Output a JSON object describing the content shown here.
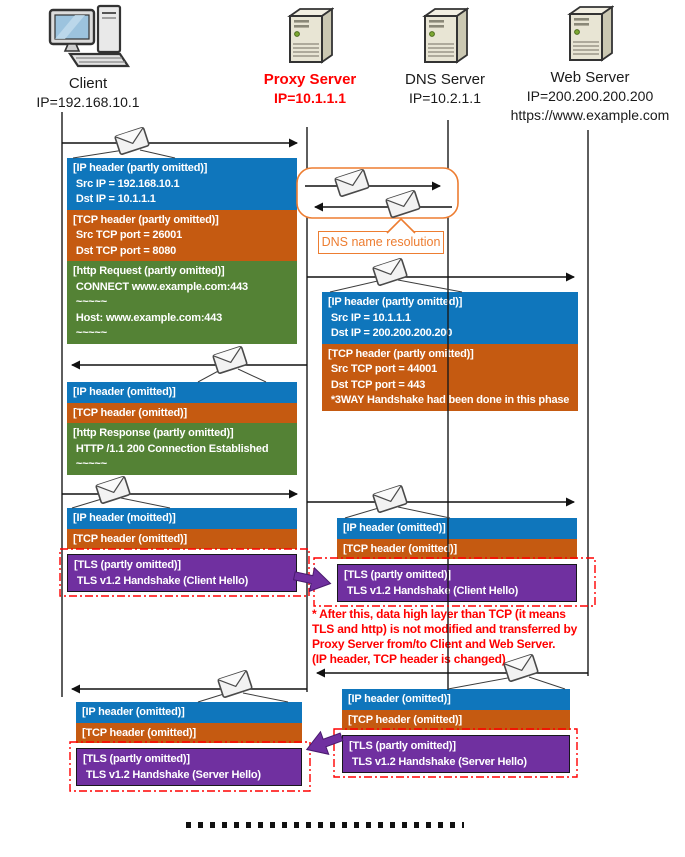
{
  "actors": [
    {
      "label": "Client",
      "ip": "IP=192.168.10.1"
    },
    {
      "label": "Proxy Server",
      "ip": "IP=10.1.1.1"
    },
    {
      "label": "DNS Server",
      "ip": "IP=10.2.1.1"
    },
    {
      "label": "Web Server",
      "ip": "IP=200.200.200.200",
      "url": "https://www.example.com"
    }
  ],
  "dns_callout": {
    "label": "DNS name resolution"
  },
  "blocks": {
    "request1": {
      "ip": [
        "[IP header (partly omitted)]",
        " Src IP = 192.168.10.1",
        " Dst IP = 10.1.1.1"
      ],
      "tcp": [
        "[TCP header (partly omitted)]",
        " Src TCP port = 26001",
        " Dst TCP port = 8080"
      ],
      "http": [
        "[http Request (partly omitted)]",
        " CONNECT www.example.com:443",
        " ~~~~~",
        " Host: www.example.com:443",
        " ~~~~~"
      ]
    },
    "request2": {
      "ip": [
        "[IP header (partly omitted)]",
        " Src IP = 10.1.1.1",
        " Dst IP = 200.200.200.200"
      ],
      "tcp": [
        "[TCP header (partly omitted)]",
        " Src TCP port = 44001",
        " Dst TCP port = 443",
        " *3WAY Handshake had been done in this phase"
      ]
    },
    "response1": {
      "ip": [
        "[IP header (omitted)]"
      ],
      "tcp": [
        "[TCP header (omitted)]"
      ],
      "http": [
        "[http Response (partly omitted)]",
        " HTTP /1.1 200 Connection Established",
        " ~~~~~"
      ]
    },
    "client_hello_left": {
      "ip": [
        "[IP header (moitted)]"
      ],
      "tcp": [
        "[TCP header (omitted)]"
      ],
      "tls": [
        "[TLS (partly omitted)]",
        " TLS v1.2 Handshake (Client Hello)"
      ]
    },
    "client_hello_right": {
      "ip": [
        "[IP header (omitted)]"
      ],
      "tcp": [
        "[TCP header (omitted)]"
      ],
      "tls": [
        "[TLS (partly omitted)]",
        " TLS v1.2 Handshake (Client Hello)"
      ]
    },
    "server_hello_right": {
      "ip": [
        "[IP header (omitted)]"
      ],
      "tcp": [
        "[TCP header (omitted)]"
      ],
      "tls": [
        "[TLS (partly omitted)]",
        " TLS v1.2 Handshake (Server Hello)"
      ]
    },
    "server_hello_left": {
      "ip": [
        "[IP header (omitted)]"
      ],
      "tcp": [
        "[TCP header (omitted)]"
      ],
      "tls": [
        "[TLS (partly omitted)]",
        " TLS v1.2 Handshake (Server Hello)"
      ]
    }
  },
  "annotation": {
    "lines": [
      "* After this, data high layer than TCP (it means",
      "TLS and http) is not modified and transferred by",
      "Proxy Server from/to Client and Web Server.",
      "(IP header, TCP header is changed)"
    ]
  },
  "colors": {
    "ip_header": "#0f76bc",
    "tcp_header": "#c55a11",
    "http": "#548235",
    "tls": "#7030a0",
    "annotation_red": "#ff0000",
    "callout_orange": "#ed7d31"
  },
  "icons": {
    "packet": "envelope-packet-icon",
    "client": "desktop-computer-icon",
    "server": "tower-server-icon"
  }
}
